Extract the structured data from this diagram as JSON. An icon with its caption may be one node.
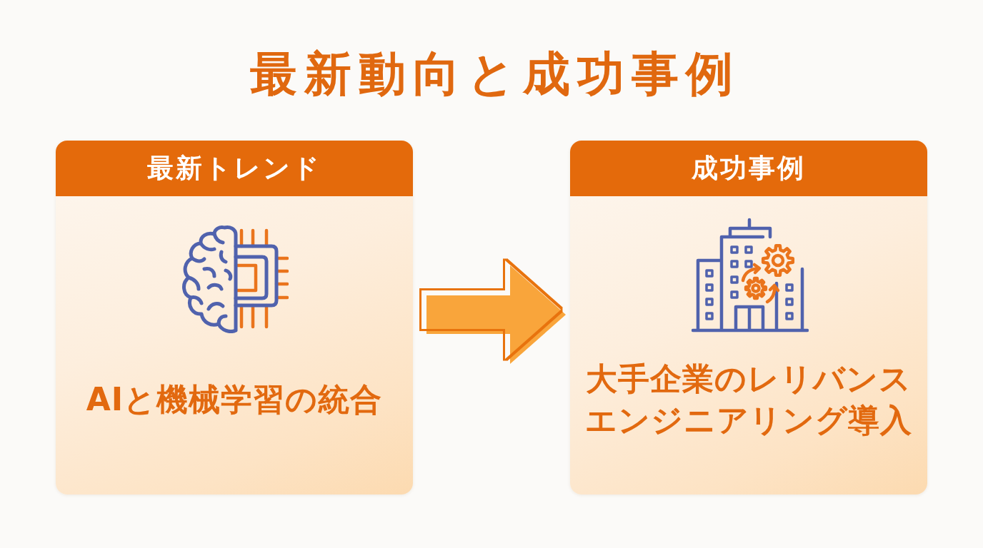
{
  "diagram": {
    "title": "最新動向と成功事例",
    "nodes": [
      {
        "text": [
          "最新トレンド",
          "AIと機械学習の統合"
        ]
      },
      {
        "text": [
          "成功事例",
          "大手企業のレリバンスエンジニアリング導入"
        ]
      }
    ],
    "edges": [
      {
        "from": 0,
        "to": 1,
        "arrow": "to"
      }
    ]
  }
}
